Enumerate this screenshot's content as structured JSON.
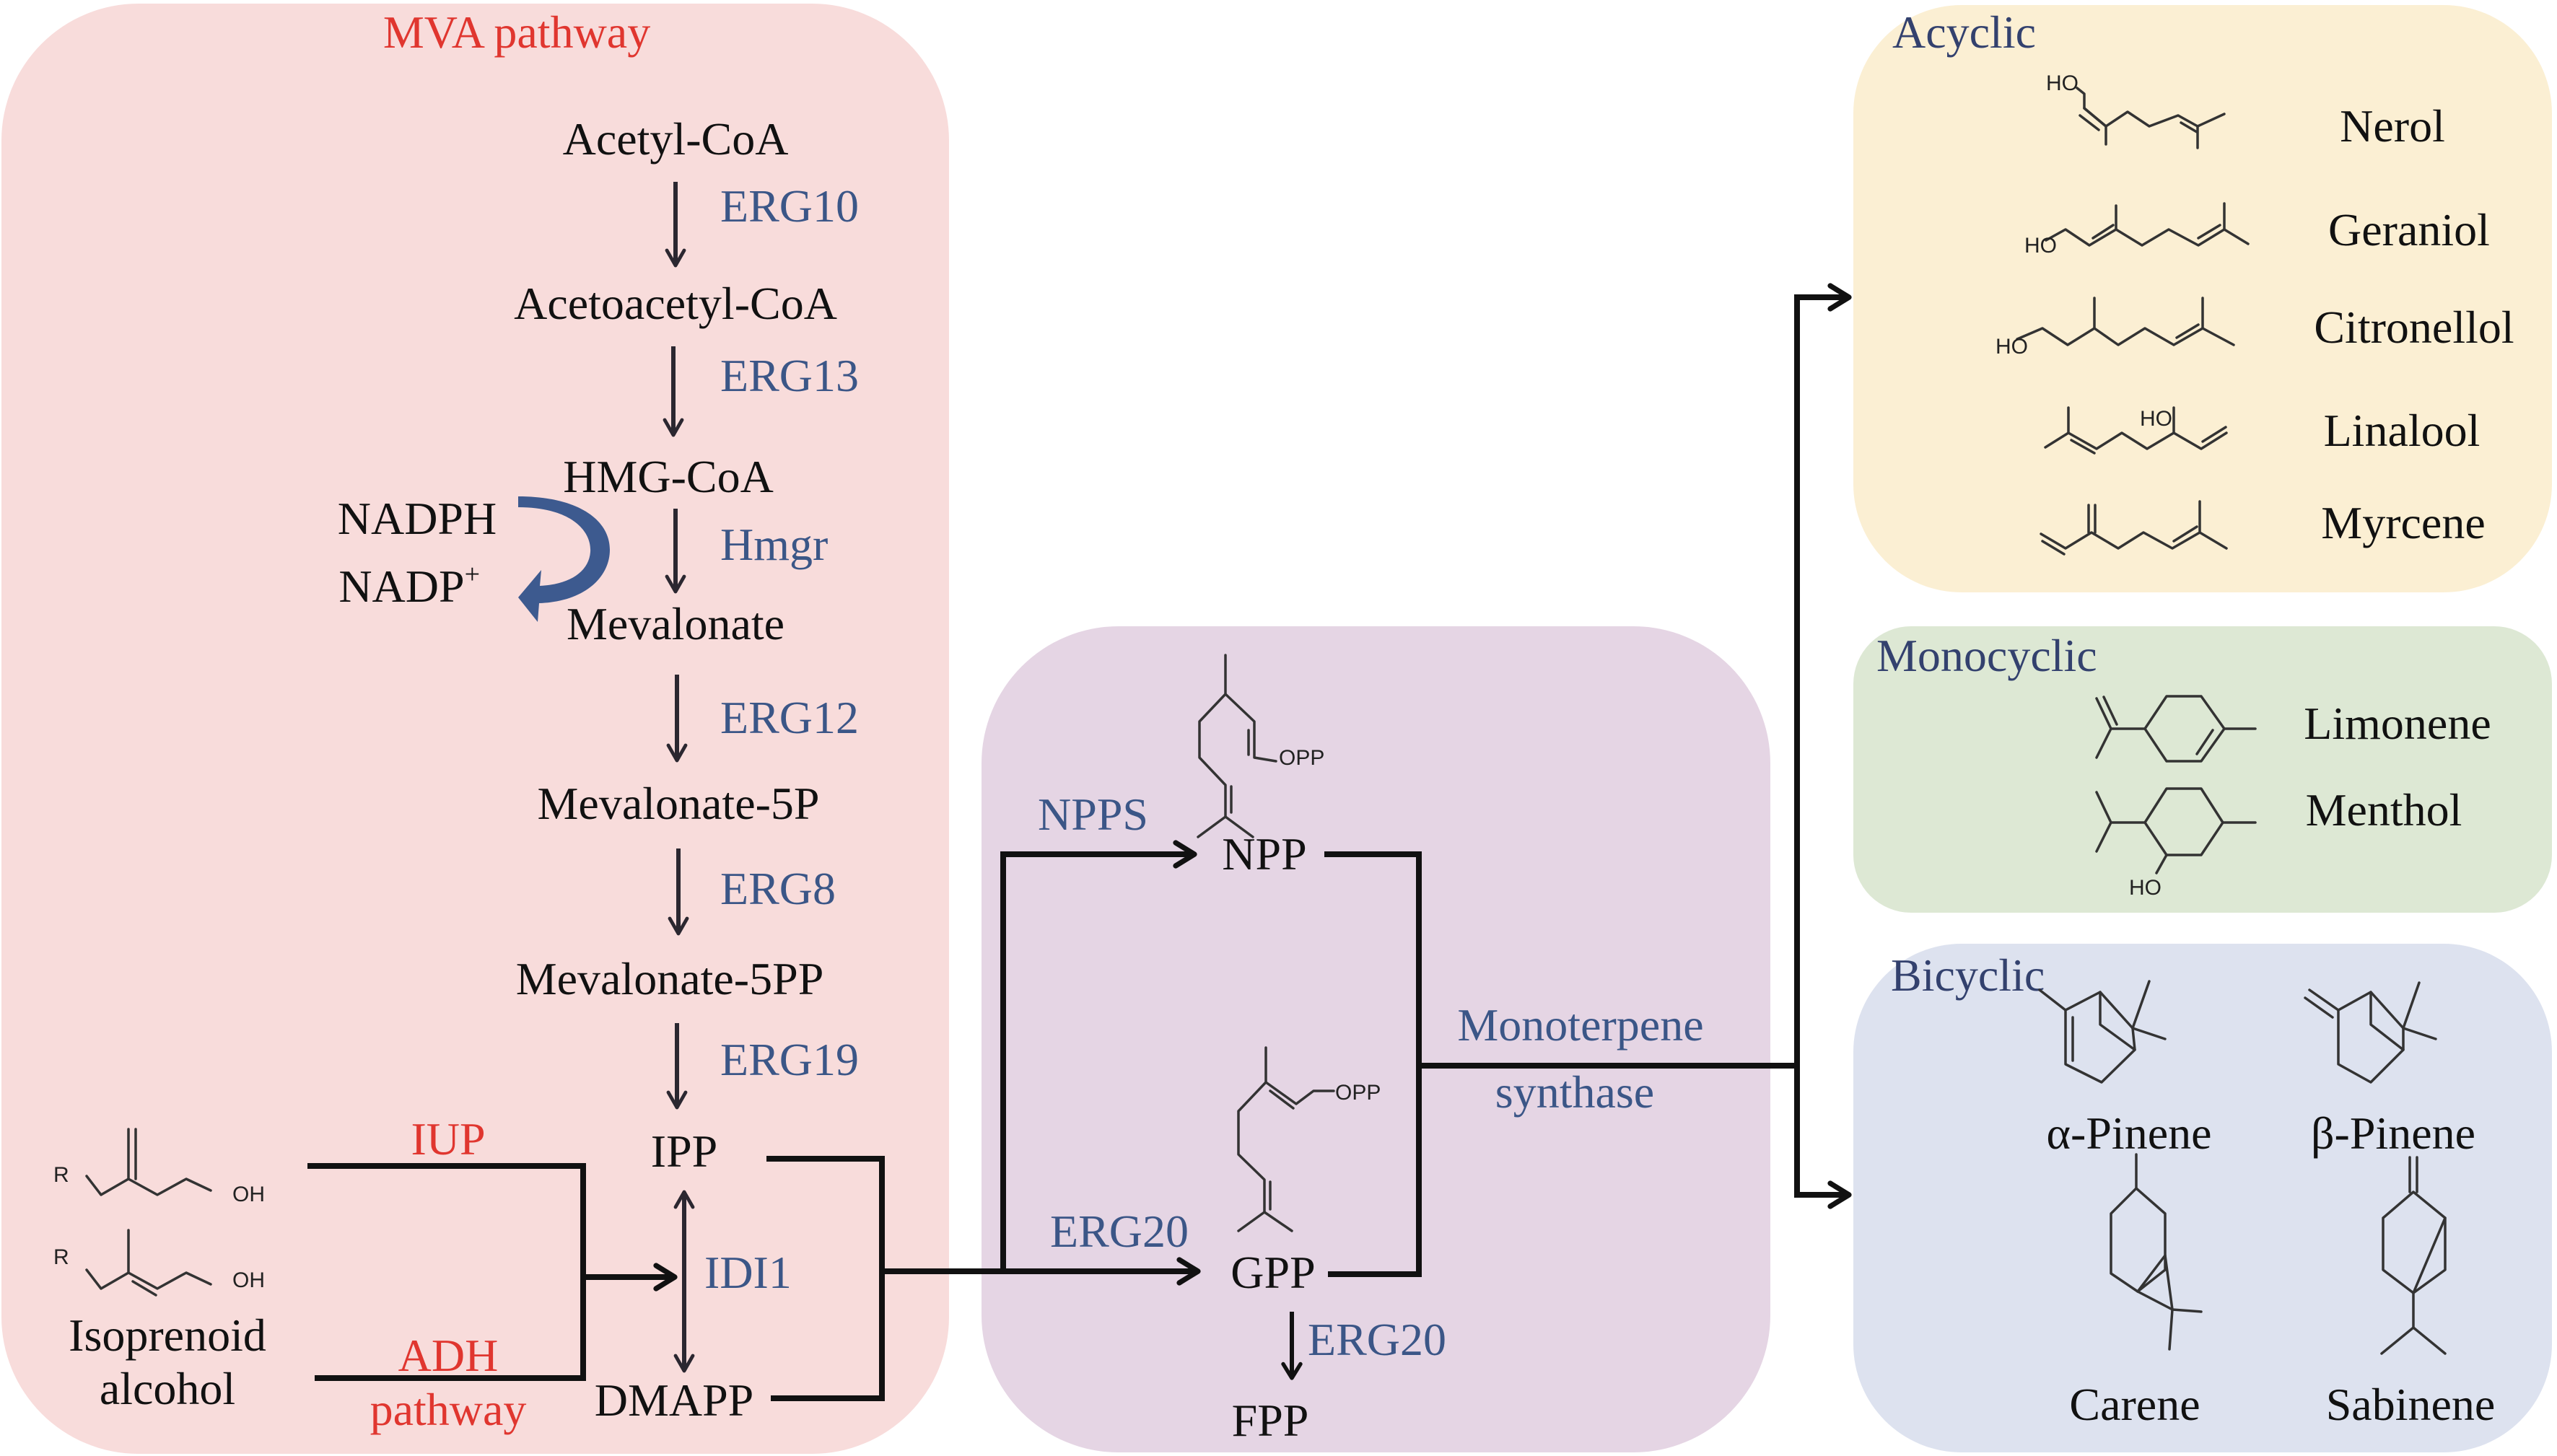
{
  "colors": {
    "mva_panel": "#f8dcdb",
    "npp_panel": "#e5d5e4",
    "acyclic_panel": "#fbefd3",
    "monocyclic_panel": "#dde8d4",
    "bicyclic_panel": "#dde2ef",
    "enzyme_text": "#3b5687",
    "pathway_text": "#e0362f",
    "cofactor_arrow": "#3d5a8f"
  },
  "mva_panel": {
    "title": "MVA pathway",
    "metabolites": {
      "acetyl_coa": "Acetyl-CoA",
      "acetoacetyl_coa": "Acetoacetyl-CoA",
      "hmg_coa": "HMG-CoA",
      "mevalonate": "Mevalonate",
      "mevalonate_5p": "Mevalonate-5P",
      "mevalonate_5pp": "Mevalonate-5PP",
      "ipp": "IPP",
      "dmapp": "DMAPP"
    },
    "enzymes": {
      "erg10": "ERG10",
      "erg13": "ERG13",
      "hmgr": "Hmgr",
      "erg12": "ERG12",
      "erg8": "ERG8",
      "erg19": "ERG19",
      "idi1": "IDI1"
    },
    "cofactors": {
      "nadph": "NADPH",
      "nadp": "NADP",
      "nadp_sup": "+"
    },
    "iup_label": "IUP",
    "adh_label": "ADH",
    "adh_sub_label": "pathway",
    "isoprenoid_alcohol": [
      "Isoprenoid",
      "alcohol"
    ],
    "chem_labels": {
      "r": "R",
      "oh": "OH"
    }
  },
  "npp_panel": {
    "npps": "NPPS",
    "npp": "NPP",
    "erg20_in": "ERG20",
    "gpp": "GPP",
    "erg20_out": "ERG20",
    "fpp": "FPP",
    "opp": "OPP",
    "synthase_line1": "Monoterpene",
    "synthase_line2": "synthase"
  },
  "acyclic_panel": {
    "title": "Acyclic",
    "compounds": [
      "Nerol",
      "Geraniol",
      "Citronellol",
      "Linalool",
      "Myrcene"
    ],
    "ho": "HO"
  },
  "monocyclic_panel": {
    "title": "Monocyclic",
    "compounds": [
      "Limonene",
      "Menthol"
    ],
    "ho": "HO"
  },
  "bicyclic_panel": {
    "title": "Bicyclic",
    "compounds": [
      "α-Pinene",
      "β-Pinene",
      "Carene",
      "Sabinene"
    ]
  }
}
